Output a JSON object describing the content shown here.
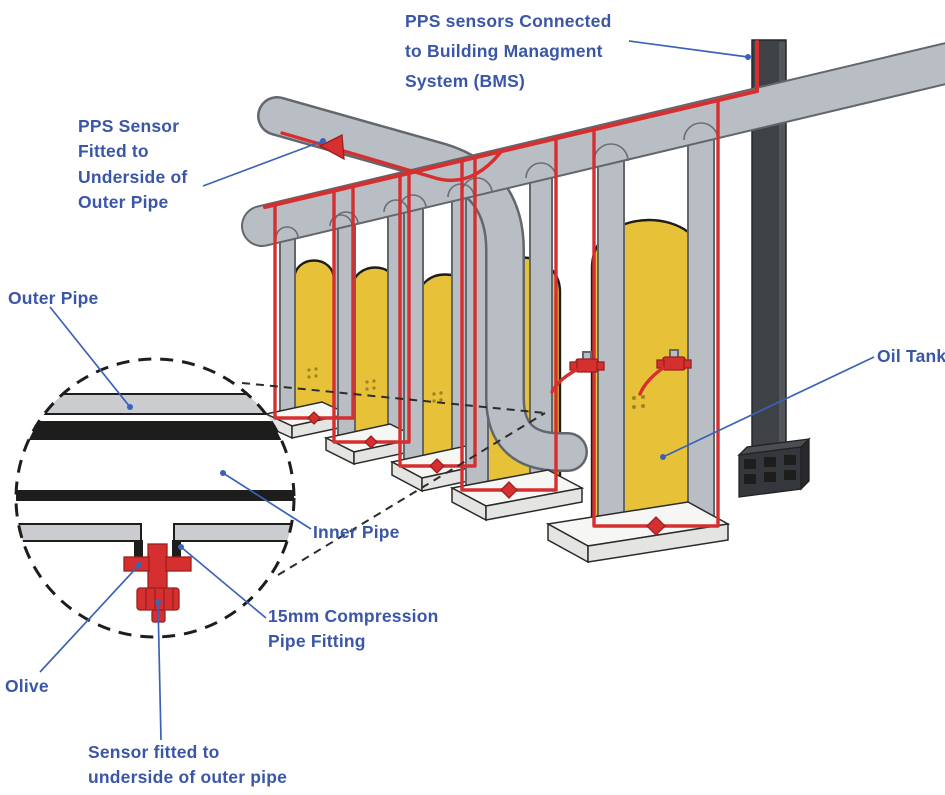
{
  "labels": {
    "bms": {
      "lines": [
        "PPS sensors Connected",
        "to Building Managment",
        "System (BMS)"
      ]
    },
    "pps_sensor": {
      "lines": [
        "PPS Sensor",
        "Fitted to",
        "Underside of",
        "Outer Pipe"
      ]
    },
    "outer_pipe": {
      "text": "Outer Pipe"
    },
    "inner_pipe": {
      "text": "Inner Pipe"
    },
    "compression_fitting": {
      "lines": [
        "15mm Compression",
        "Pipe Fitting"
      ]
    },
    "olive": {
      "text": "Olive"
    },
    "sensor_underside": {
      "lines": [
        "Sensor fitted to",
        "underside of outer pipe"
      ]
    },
    "oil_tank": {
      "text": "Oil Tank"
    }
  },
  "colors": {
    "label": "#3a57a7",
    "leader": "#3a63b8",
    "wire": "#d62f2f",
    "pipe": "#b9bdc4",
    "pipe_outline": "#62666d",
    "tank": "#e7c238",
    "tank_outline": "#1d1d1b",
    "pallet": "#f6f6f5",
    "pole": "#3e4145",
    "detail": "#1d1d1b"
  }
}
